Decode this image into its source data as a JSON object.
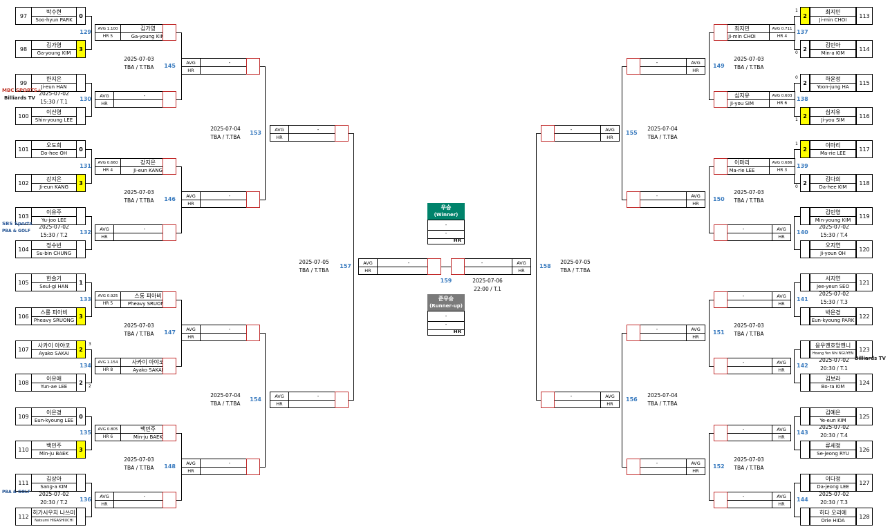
{
  "labels": {
    "avg": "AVG",
    "hr": "HR",
    "dash": "-"
  },
  "left_r1": [
    {
      "seed": "97",
      "ko": "박수현",
      "en": "Soo-hyun PARK",
      "score": "0",
      "win": false
    },
    {
      "seed": "98",
      "ko": "김가영",
      "en": "Ga-young KIM",
      "score": "3",
      "win": true
    },
    {
      "seed": "99",
      "ko": "한지은",
      "en": "Ji-eun HAN",
      "score": "",
      "win": false
    },
    {
      "seed": "100",
      "ko": "이신영",
      "en": "Shin-young LEE",
      "score": "",
      "win": false
    },
    {
      "seed": "101",
      "ko": "오도희",
      "en": "Do-hee OH",
      "score": "0",
      "win": false
    },
    {
      "seed": "102",
      "ko": "강지은",
      "en": "Ji-eun KANG",
      "score": "3",
      "win": true
    },
    {
      "seed": "103",
      "ko": "이유주",
      "en": "Yu-joo LEE",
      "score": "",
      "win": false
    },
    {
      "seed": "104",
      "ko": "정수빈",
      "en": "Su-bin CHUNG",
      "score": "",
      "win": false
    },
    {
      "seed": "105",
      "ko": "한슬기",
      "en": "Seul-gi HAN",
      "score": "1",
      "win": false
    },
    {
      "seed": "106",
      "ko": "스롱 피아비",
      "en": "Pheavy SRUONG",
      "score": "3",
      "win": true
    },
    {
      "seed": "107",
      "ko": "사카이 아야코",
      "en": "Ayako SAKAI",
      "score": "2",
      "win": true
    },
    {
      "seed": "108",
      "ko": "이유애",
      "en": "Yun-ae LEE",
      "score": "2",
      "win": false
    },
    {
      "seed": "109",
      "ko": "이은경",
      "en": "Eun-kyoung LEE",
      "score": "0",
      "win": false
    },
    {
      "seed": "110",
      "ko": "백민주",
      "en": "Min-ju BAEK",
      "score": "3",
      "win": true
    },
    {
      "seed": "111",
      "ko": "김상아",
      "en": "Sang-a KIM",
      "score": "",
      "win": false
    },
    {
      "seed": "112",
      "ko": "히가시우치 나쓰미",
      "en": "Natsumi HIGASHIUCHI",
      "score": "",
      "win": false
    }
  ],
  "right_r1": [
    {
      "seed": "113",
      "ko": "최지민",
      "en": "Ji-min CHOI",
      "score": "2",
      "win": true
    },
    {
      "seed": "114",
      "ko": "김민아",
      "en": "Min-a KIM",
      "score": "2",
      "win": false
    },
    {
      "seed": "115",
      "ko": "하윤정",
      "en": "Yoon-jung HA",
      "score": "2",
      "win": false
    },
    {
      "seed": "116",
      "ko": "심지유",
      "en": "Ji-you SIM",
      "score": "2",
      "win": true
    },
    {
      "seed": "117",
      "ko": "이마리",
      "en": "Ma-rie LEE",
      "score": "2",
      "win": true
    },
    {
      "seed": "118",
      "ko": "김다희",
      "en": "Da-hee KIM",
      "score": "2",
      "win": false
    },
    {
      "seed": "119",
      "ko": "김민영",
      "en": "Min-young KIM",
      "score": "",
      "win": false
    },
    {
      "seed": "120",
      "ko": "오지연",
      "en": "Ji-youn OH",
      "score": "",
      "win": false
    },
    {
      "seed": "121",
      "ko": "서지연",
      "en": "Jee-yeun SEO",
      "score": "",
      "win": false
    },
    {
      "seed": "122",
      "ko": "박은경",
      "en": "Eun-kyoung PARK",
      "score": "",
      "win": false
    },
    {
      "seed": "123",
      "ko": "응우옌호앙옌니",
      "en": "Hoang Yen Nhi NGUYEN",
      "score": "",
      "win": false
    },
    {
      "seed": "124",
      "ko": "김보라",
      "en": "Bo-ra KIM",
      "score": "",
      "win": false
    },
    {
      "seed": "125",
      "ko": "김예은",
      "en": "Ye-eun KIM",
      "score": "",
      "win": false
    },
    {
      "seed": "126",
      "ko": "류세정",
      "en": "Se-jeong RYU",
      "score": "",
      "win": false
    },
    {
      "seed": "127",
      "ko": "이다정",
      "en": "Da-jeong LEE",
      "score": "",
      "win": false
    },
    {
      "seed": "128",
      "ko": "히다 오리에",
      "en": "Orie HIDA",
      "score": "",
      "win": false
    }
  ],
  "tiebreak": {
    "l107": "3",
    "l108": "2",
    "r113": "1",
    "r114": "0",
    "r115": "0",
    "r116": "1",
    "r117": "1",
    "r118": "0"
  },
  "left_r1_matches": [
    {
      "num": "129",
      "played": true,
      "ko": "김가영",
      "en": "Ga-young KIM",
      "avg": "AVG 1.100",
      "hr": "HR 5",
      "date": "",
      "time": ""
    },
    {
      "num": "130",
      "played": false,
      "date": "2025-07-02",
      "time": "15:30 / T.1"
    },
    {
      "num": "131",
      "played": true,
      "ko": "강지은",
      "en": "Ji-eun KANG",
      "avg": "AVG 0.660",
      "hr": "HR 4",
      "date": "",
      "time": ""
    },
    {
      "num": "132",
      "played": false,
      "date": "2025-07-02",
      "time": "15:30 / T.2"
    },
    {
      "num": "133",
      "played": true,
      "ko": "스롱 피아비",
      "en": "Pheavy SRUONG",
      "avg": "AVG 0.925",
      "hr": "HR 5",
      "date": "",
      "time": ""
    },
    {
      "num": "134",
      "played": true,
      "ko": "사카이 아야코",
      "en": "Ayako SAKAI",
      "avg": "AVG 1.154",
      "hr": "HR 8",
      "date": "",
      "time": ""
    },
    {
      "num": "135",
      "played": true,
      "ko": "백민주",
      "en": "Min-ju BAEK",
      "avg": "AVG 0.805",
      "hr": "HR 6",
      "date": "",
      "time": ""
    },
    {
      "num": "136",
      "played": false,
      "date": "2025-07-02",
      "time": "20:30 / T.2"
    }
  ],
  "right_r1_matches": [
    {
      "num": "137",
      "played": true,
      "ko": "최지민",
      "en": "Ji-min CHOI",
      "avg": "AVG 0.711",
      "hr": "HR 4"
    },
    {
      "num": "138",
      "played": true,
      "ko": "심지유",
      "en": "Ji-you SIM",
      "avg": "AVG 0.603",
      "hr": "HR 6"
    },
    {
      "num": "139",
      "played": true,
      "ko": "이마리",
      "en": "Ma-rie LEE",
      "avg": "AVG 0.686",
      "hr": "HR 3"
    },
    {
      "num": "140",
      "played": false,
      "date": "2025-07-02",
      "time": "15:30 / T.4"
    },
    {
      "num": "141",
      "played": false,
      "date": "2025-07-02",
      "time": "15:30 / T.3"
    },
    {
      "num": "142",
      "played": false,
      "date": "2025-07-02",
      "time": "20:30 / T.1"
    },
    {
      "num": "143",
      "played": false,
      "date": "2025-07-02",
      "time": "20:30 / T.4"
    },
    {
      "num": "144",
      "played": false,
      "date": "2025-07-02",
      "time": "20:30 / T.3"
    }
  ],
  "left_r2": [
    {
      "num": "145",
      "date": "2025-07-03",
      "time": "TBA / T.TBA"
    },
    {
      "num": "146",
      "date": "2025-07-03",
      "time": "TBA / T.TBA"
    },
    {
      "num": "147",
      "date": "2025-07-03",
      "time": "TBA / T.TBA"
    },
    {
      "num": "148",
      "date": "2025-07-03",
      "time": "TBA / T.TBA"
    }
  ],
  "right_r2": [
    {
      "num": "149",
      "date": "2025-07-03",
      "time": "TBA / T.TBA"
    },
    {
      "num": "150",
      "date": "2025-07-03",
      "time": "TBA / T.TBA"
    },
    {
      "num": "151",
      "date": "2025-07-03",
      "time": "TBA / T.TBA"
    },
    {
      "num": "152",
      "date": "2025-07-03",
      "time": "TBA / T.TBA"
    }
  ],
  "left_r3": [
    {
      "num": "153",
      "date": "2025-07-04",
      "time": "TBA / T.TBA"
    },
    {
      "num": "154",
      "date": "2025-07-04",
      "time": "TBA / T.TBA"
    }
  ],
  "right_r3": [
    {
      "num": "155",
      "date": "2025-07-04",
      "time": "TBA / T.TBA"
    },
    {
      "num": "156",
      "date": "2025-07-04",
      "time": "TBA / T.TBA"
    }
  ],
  "semis": [
    {
      "num": "157",
      "date": "2025-07-05",
      "time": "TBA / T.TBA"
    },
    {
      "num": "158",
      "date": "2025-07-05",
      "time": "TBA / T.TBA"
    }
  ],
  "final": {
    "num": "159",
    "date": "2025-07-06",
    "time": "22:00 / T.1"
  },
  "winner": {
    "title": "우승",
    "subtitle": "(Winner)",
    "name": "-",
    "en": "-",
    "hr": "HR",
    "color": "#00836b"
  },
  "runnerup": {
    "title": "준우승",
    "subtitle": "(Runner-up)",
    "name": "-",
    "en": "-",
    "hr": "HR",
    "color": "#7a7a7a"
  },
  "colors": {
    "win_score": "#ffff00",
    "match_num": "#3a7bbf",
    "bracket_red": "#c02828"
  },
  "logos": {
    "mbc": "MBC SPORTS+",
    "billiards1": "Billiards TV",
    "sbs": "SBS Sports",
    "pba1": "PBA & GOLF",
    "pba2": "PBA & GOLF",
    "billiards2": "Billiards TV"
  }
}
